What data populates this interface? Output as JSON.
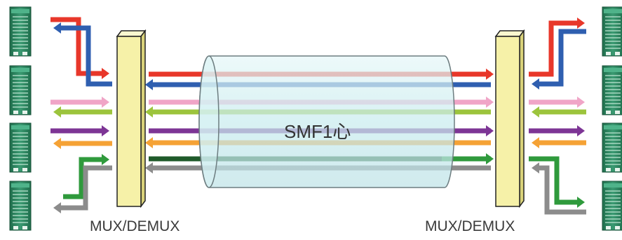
{
  "labels": {
    "mux_left": "MUX/DEMUX",
    "mux_right": "MUX/DEMUX",
    "fiber": "SMF1心"
  },
  "colors": {
    "red": "#e8372a",
    "blue": "#2f5fb0",
    "pink": "#f0a5c7",
    "lime": "#9cc43c",
    "purple": "#7d3595",
    "orange": "#f5a235",
    "dark_green": "#1f5a2a",
    "green": "#2f9a3c",
    "gray": "#8c8c8c",
    "mux_fill": "#f6f1a8",
    "fiber_fill": "#cfeef0",
    "equipment": "#2f8a62"
  },
  "devices": {
    "left_count": 4,
    "right_count": 4,
    "icon": "network-equipment-icon"
  }
}
